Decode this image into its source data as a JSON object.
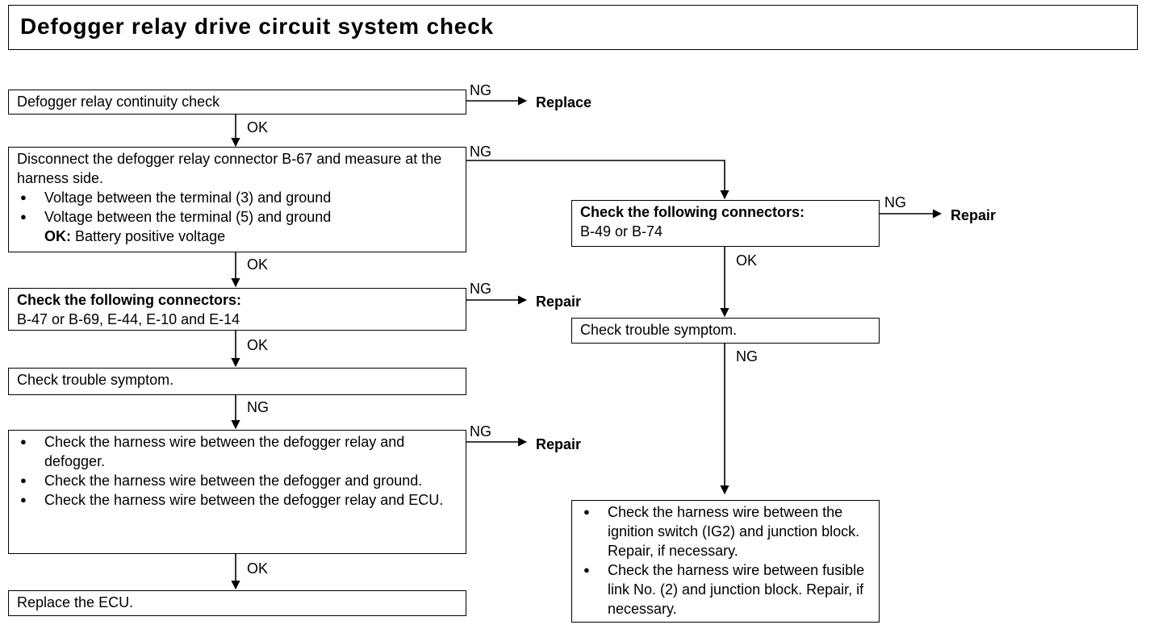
{
  "title": "Defogger relay drive circuit system check",
  "steps": {
    "continuity": {
      "text": "Defogger relay continuity check"
    },
    "measure": {
      "intro": "Disconnect the defogger relay connector B-67 and measure at the harness side.",
      "bullets": [
        "Voltage between the terminal (3) and ground",
        "Voltage between the terminal (5) and ground"
      ],
      "ok_label": "OK:",
      "ok_text": "Battery positive voltage"
    },
    "connectors_left": {
      "heading": "Check the following connectors:",
      "text": "B-47 or B-69, E-44, E-10 and E-14"
    },
    "symptom_left": {
      "text": "Check trouble symptom."
    },
    "harness_left": {
      "bullets": [
        "Check the harness wire between the defogger relay and defogger.",
        "Check the harness wire between the defogger and ground.",
        "Check the harness wire between the defogger relay and ECU."
      ]
    },
    "replace_ecu": {
      "text": "Replace the ECU."
    },
    "connectors_right": {
      "heading": "Check the following connectors:",
      "text": "B-49 or B-74"
    },
    "symptom_right": {
      "text": "Check trouble symptom."
    },
    "harness_right": {
      "bullets": [
        "Check the harness wire between the ignition switch (IG2) and junction block. Repair, if necessary.",
        "Check the harness wire between fusible link No. (2) and junction block. Repair, if necessary."
      ]
    }
  },
  "labels": {
    "ng": "NG",
    "ok": "OK"
  },
  "results": {
    "replace": "Replace",
    "repair": "Repair"
  }
}
